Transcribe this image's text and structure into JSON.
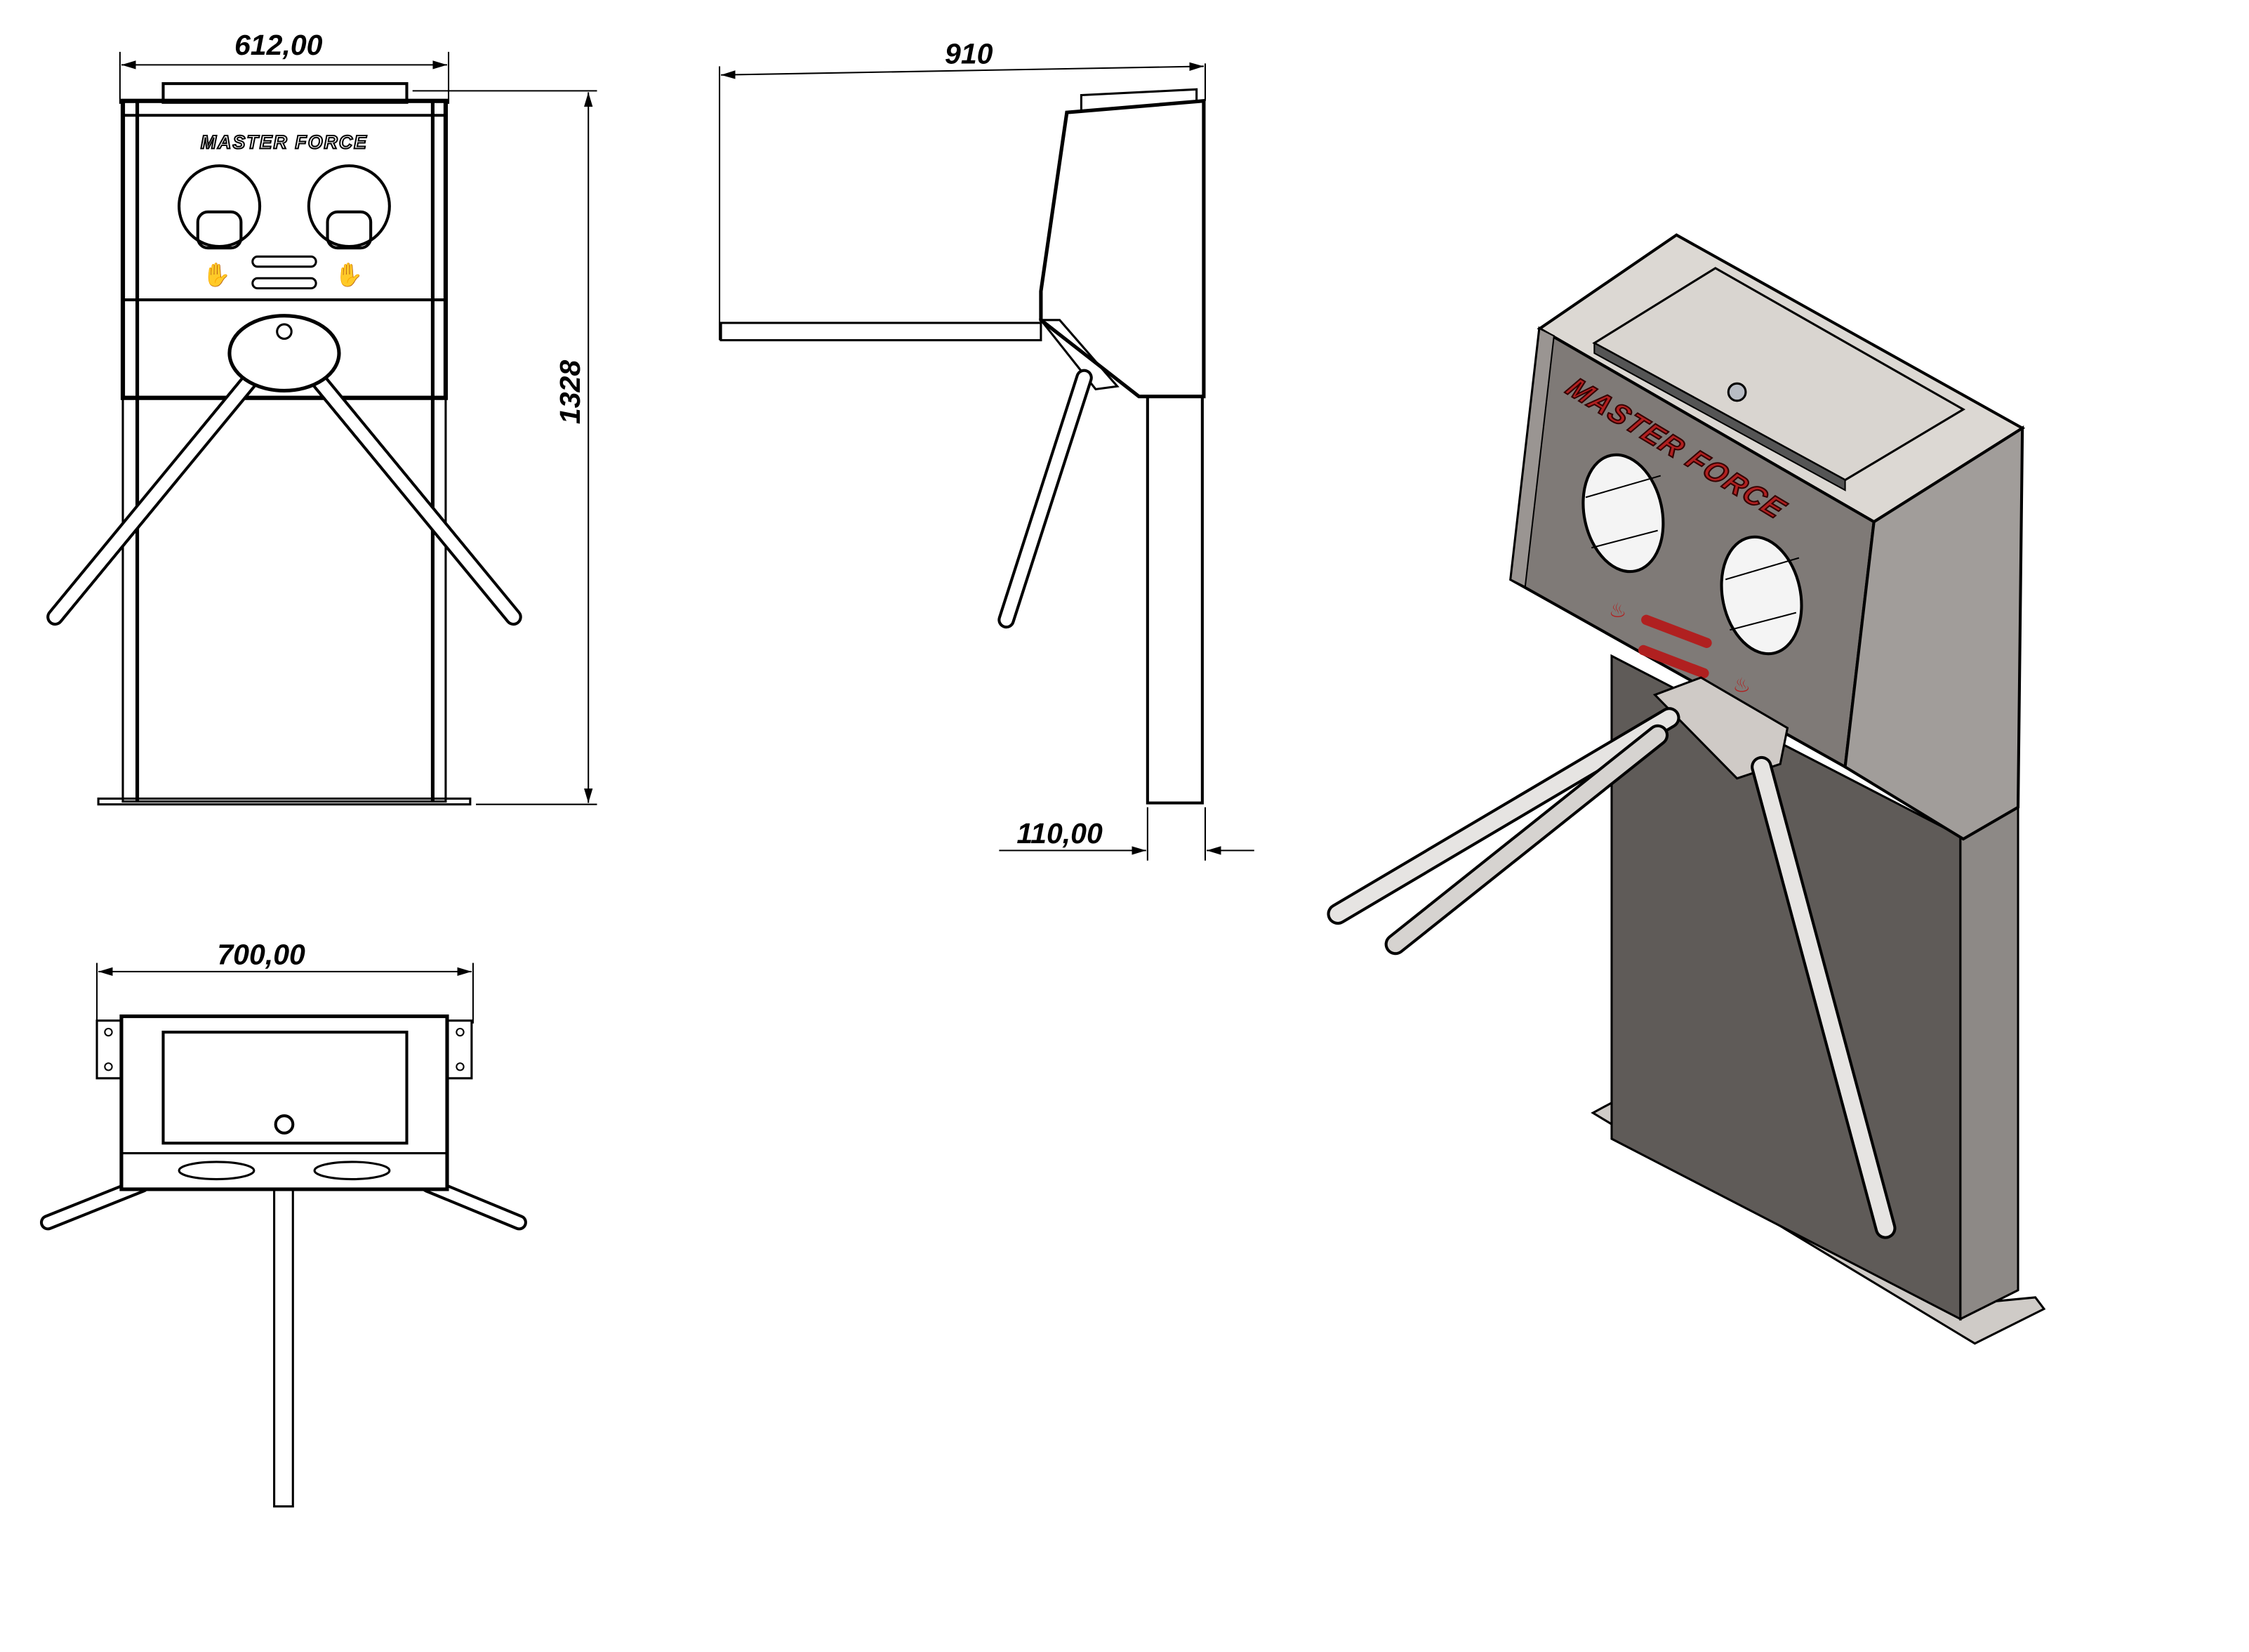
{
  "drawing": {
    "front_view": {
      "width_dimension": "612,00",
      "height_dimension": "1328",
      "logo_text": "MASTER FORCE"
    },
    "side_view": {
      "depth_dimension": "910",
      "column_dimension": "110,00"
    },
    "top_view": {
      "width_dimension": "700,00"
    },
    "iso_view": {
      "logo_text": "MASTER FORCE"
    },
    "colors": {
      "accent_red": "#b02020",
      "panel_gray": "#7f7a77",
      "column_gray": "#5f5b58",
      "lid_light": "#dcd8d3"
    }
  }
}
